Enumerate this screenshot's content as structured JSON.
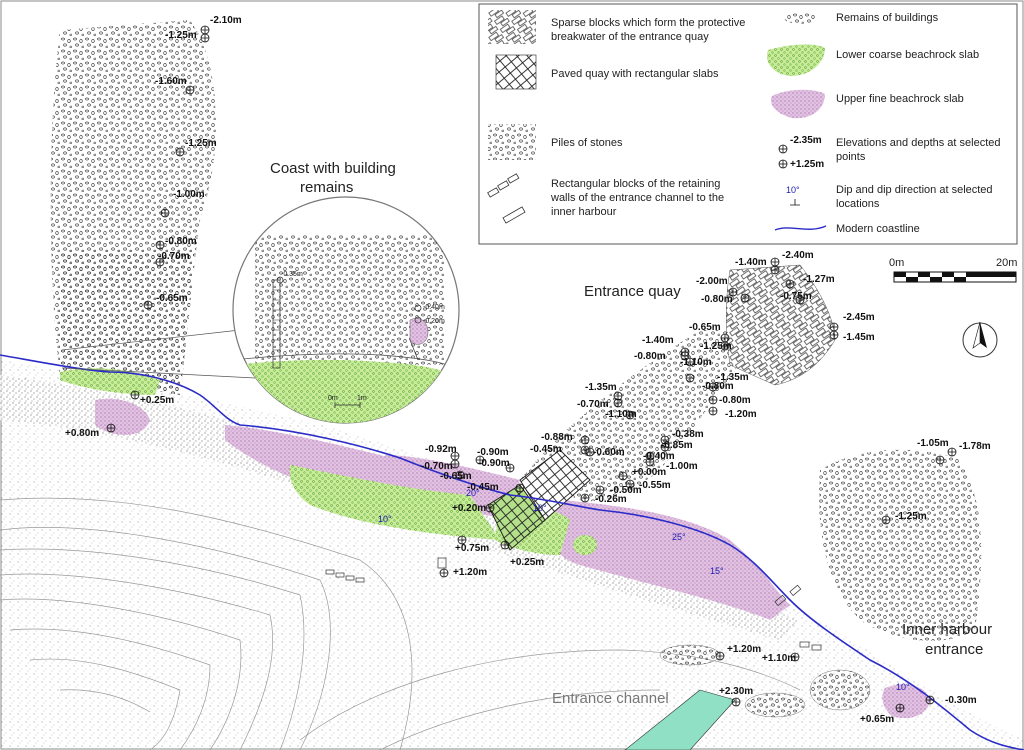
{
  "colors": {
    "beachrock_lower": "#b8e48c",
    "beachrock_upper": "#d8a8d8",
    "coastline": "#2b2bc8",
    "channel": "#8fe0c4",
    "dip_text": "#1b1bb0"
  },
  "labels": {
    "coast": [
      "Coast with building",
      "remains"
    ],
    "entrance_quay": "Entrance quay",
    "inner_harbour": [
      "Inner harbour",
      "entrance"
    ],
    "entrance_channel": "Entrance channel"
  },
  "legend": {
    "sparse_blocks": [
      "Sparse blocks which form the protective",
      "breakwater of the entrance quay"
    ],
    "paved_quay": "Paved  quay with rectangular slabs",
    "piles": "Piles of stones",
    "rect_blocks": [
      "Rectangular blocks of the retaining",
      "walls of the entrance channel to the",
      "inner harbour"
    ],
    "remains": "Remains of buildings",
    "lower_slab": "Lower coarse beachrock slab",
    "upper_slab": "Upper fine beachrock slab",
    "elev_neg": "-2.35m",
    "elev_pos": "+1.25m",
    "elevations": [
      "Elevations and depths at selected",
      "points"
    ],
    "dip_sample": "10°",
    "dip": [
      "Dip and dip direction at selected",
      "locations"
    ],
    "coastline": "Modern coastline"
  },
  "scalebar": {
    "start": "0m",
    "end": "20m"
  },
  "inset_scale": {
    "start": "0m",
    "end": "1m"
  },
  "inset_points": [
    "-0.35m",
    "-0.40m",
    "-0.20m"
  ],
  "points": [
    "-2.10m",
    "-1.25m",
    "-1.60m",
    "-1.25m",
    "-1.00m",
    "-0.80m",
    "-0.70m",
    "-0.65m",
    "+0.25m",
    "+0.80m",
    "-2.40m",
    "-1.40m",
    "-1.27m",
    "-2.00m",
    "-0.80m",
    "-0.75m",
    "-2.45m",
    "-1.45m",
    "-0.65m",
    "-1.25m",
    "-1.40m",
    "-0.80m",
    "-1.10m",
    "-1.35m",
    "-0.80m",
    "-1.35m",
    "-0.70m",
    "-0.80m",
    "-1.20m",
    "-1.10m",
    "-0.38m",
    "-0.85m",
    "-0.40m",
    "-1.00m",
    "-0.88m",
    "-0.45m",
    "-0.60m",
    "-0.92m",
    "-0.70m",
    "-0.90m",
    "-0.90m",
    "-0.65m",
    "-0.45m",
    "+0.00m",
    "-0.55m",
    "-0.50m",
    "-0.26m",
    "+0.20m",
    "+0.75m",
    "+0.25m",
    "+1.20m",
    "-1.05m",
    "-1.78m",
    "-1.25m",
    "+1.20m",
    "+1.10m",
    "+2.30m",
    "-0.30m",
    "+0.65m"
  ],
  "dips": [
    "20°",
    "10°",
    "10°",
    "25°",
    "15°",
    "10°"
  ]
}
